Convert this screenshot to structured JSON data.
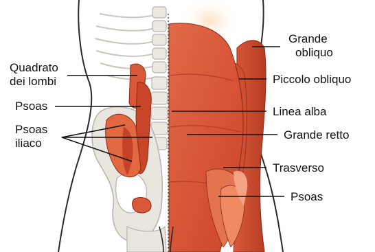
{
  "labels": {
    "quadrato_line1": "Quadrato",
    "quadrato_line2": "dei lombi",
    "psoas_left": "Psoas",
    "psoas_iliaco_line1": "Psoas",
    "psoas_iliaco_line2": "iliaco",
    "grande_obliquo_line1": "Grande",
    "grande_obliquo_line2": "obliquo",
    "piccolo_obliquo": "Piccolo obliquo",
    "linea_alba": "Linea alba",
    "grande_retto": "Grande retto",
    "trasverso": "Trasverso",
    "psoas_right": "Psoas"
  },
  "colors": {
    "muscle_dark": "#c8452a",
    "muscle_mid": "#e0603f",
    "muscle_light": "#f0906a",
    "bone": "#e6e2dc",
    "outline": "#2a2a2a",
    "background": "#ffffff"
  }
}
